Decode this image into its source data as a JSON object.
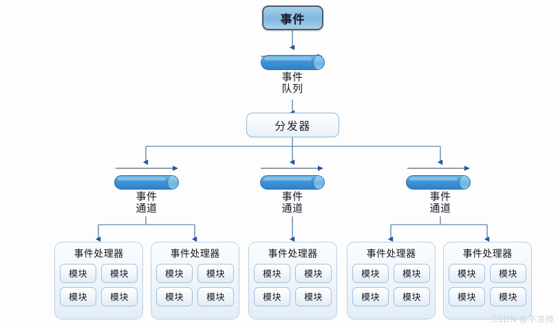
{
  "diagram": {
    "title": "Event-driven architecture diagram",
    "colors": {
      "background": "#fdfdfd",
      "cylinder_fill": "#3f93d6",
      "cylinder_cap": "#8cc6ea",
      "event_box_fill": "#7fb9e0",
      "event_box_border": "#4a5a6a",
      "box_border": "#8fb4d4",
      "connector": "#6f93b5",
      "arrowhead": "#2255a5",
      "module_border": "#9cc0dd",
      "text": "#15151f",
      "watermark": "#c9d4dd"
    },
    "event": {
      "label": "事件"
    },
    "queue": {
      "label_line1": "事件",
      "label_line2": "队列"
    },
    "dispatcher": {
      "label": "分发器"
    },
    "channels": [
      {
        "label_line1": "事件",
        "label_line2": "通道",
        "handler_count": 2
      },
      {
        "label_line1": "事件",
        "label_line2": "通道",
        "handler_count": 1
      },
      {
        "label_line1": "事件",
        "label_line2": "通道",
        "handler_count": 2
      }
    ],
    "handlers": [
      {
        "title": "事件处理器",
        "modules": [
          "模块",
          "模块",
          "模块",
          "模块"
        ]
      },
      {
        "title": "事件处理器",
        "modules": [
          "模块",
          "模块",
          "模块",
          "模块"
        ]
      },
      {
        "title": "事件处理器",
        "modules": [
          "模块",
          "模块",
          "模块",
          "模块"
        ]
      },
      {
        "title": "事件处理器",
        "modules": [
          "模块",
          "模块",
          "模块",
          "模块"
        ]
      },
      {
        "title": "事件处理器",
        "modules": [
          "模块",
          "模块",
          "模块",
          "模块"
        ]
      }
    ],
    "watermark": "CSDN @不凉帅"
  }
}
